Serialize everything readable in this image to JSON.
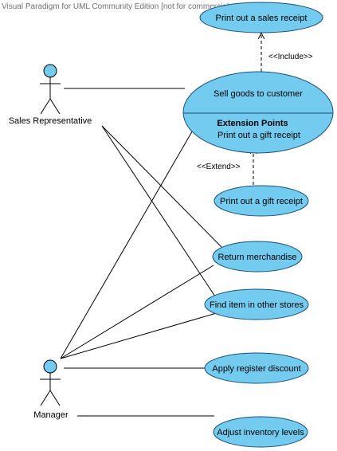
{
  "watermark": "Visual Paradigm for UML Community Edition [not for commercial use]",
  "actors": {
    "sales_rep": "Sales Representative",
    "manager": "Manager"
  },
  "use_cases": {
    "print_sales_receipt": "Print out a sales receipt",
    "sell_goods": "Sell goods to customer",
    "extension_points_title": "Extension Points",
    "extension_point_gift": "Print out a gift receipt",
    "print_gift_receipt": "Print out a gift receipt",
    "return_merchandise": "Return merchandise",
    "find_item": "Find item in other stores",
    "apply_discount": "Apply register discount",
    "adjust_inventory": "Adjust inventory levels"
  },
  "stereotypes": {
    "include": "<<Include>>",
    "extend": "<<Extend>>"
  },
  "colors": {
    "usecase_fill": "#74cbf0",
    "usecase_stroke": "#1a4f76",
    "line": "#000000"
  }
}
